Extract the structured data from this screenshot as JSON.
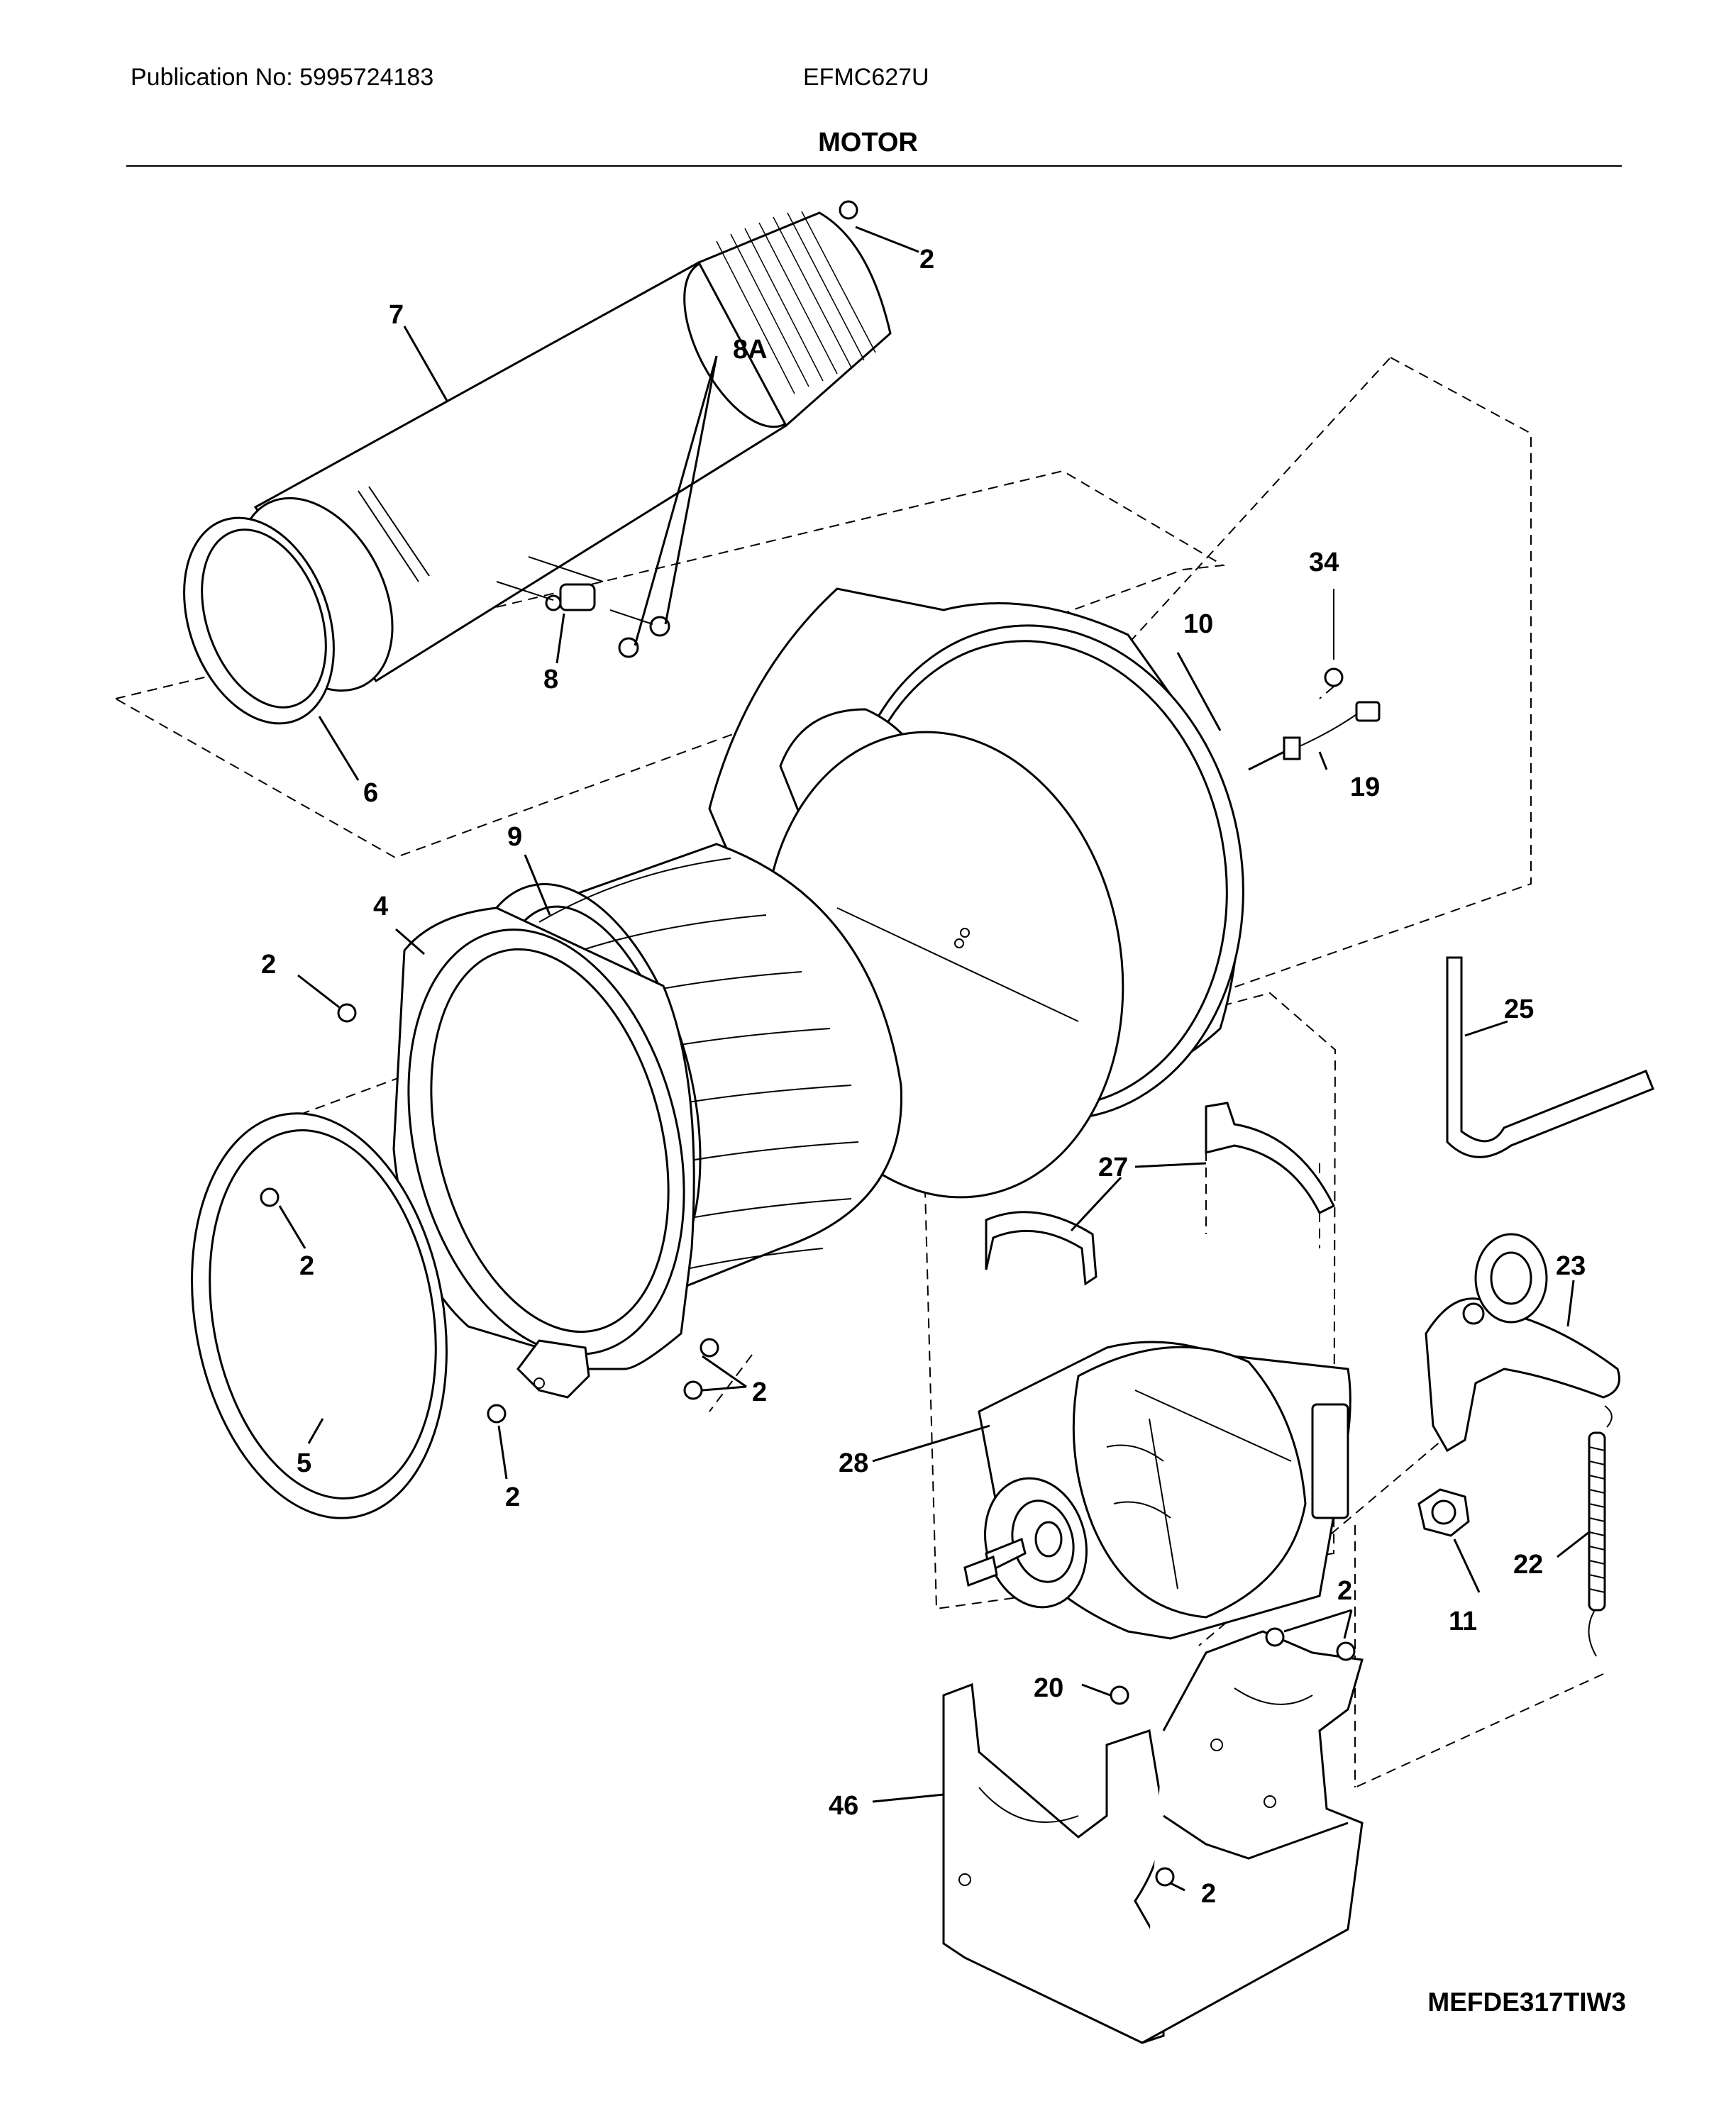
{
  "header": {
    "publication": "Publication No: 5995724183",
    "model": "EFMC627U",
    "section_title": "MOTOR"
  },
  "footer": {
    "drawing_code": "MEFDE317TIW3"
  },
  "callouts": [
    {
      "id": "c-2a",
      "label": "2"
    },
    {
      "id": "c-7",
      "label": "7"
    },
    {
      "id": "c-8a",
      "label": "8A"
    },
    {
      "id": "c-8",
      "label": "8"
    },
    {
      "id": "c-6",
      "label": "6"
    },
    {
      "id": "c-10",
      "label": "10"
    },
    {
      "id": "c-34",
      "label": "34"
    },
    {
      "id": "c-19",
      "label": "19"
    },
    {
      "id": "c-9",
      "label": "9"
    },
    {
      "id": "c-4",
      "label": "4"
    },
    {
      "id": "c-2b",
      "label": "2"
    },
    {
      "id": "c-25",
      "label": "25"
    },
    {
      "id": "c-2c",
      "label": "2"
    },
    {
      "id": "c-27",
      "label": "27"
    },
    {
      "id": "c-23",
      "label": "23"
    },
    {
      "id": "c-2d",
      "label": "2"
    },
    {
      "id": "c-5",
      "label": "5"
    },
    {
      "id": "c-28",
      "label": "28"
    },
    {
      "id": "c-2e",
      "label": "2"
    },
    {
      "id": "c-22",
      "label": "22"
    },
    {
      "id": "c-2f",
      "label": "2"
    },
    {
      "id": "c-11",
      "label": "11"
    },
    {
      "id": "c-20",
      "label": "20"
    },
    {
      "id": "c-46",
      "label": "46"
    },
    {
      "id": "c-2g",
      "label": "2"
    }
  ]
}
